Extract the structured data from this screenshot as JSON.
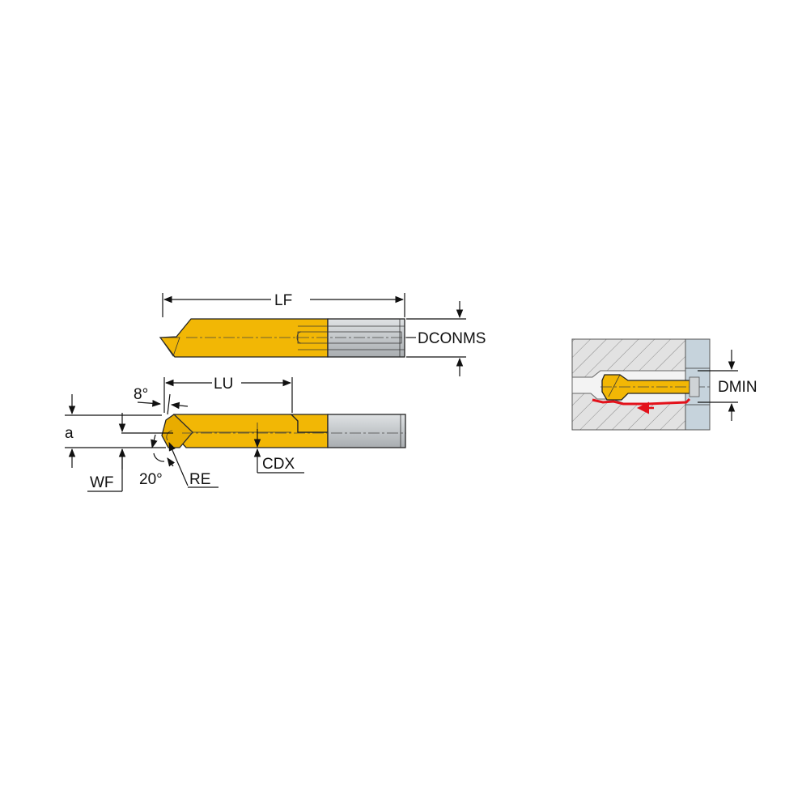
{
  "labels": {
    "lf": "LF",
    "dconms": "DCONMS",
    "lu": "LU",
    "angle_top": "8°",
    "a": "a",
    "wf": "WF",
    "angle_bottom": "20°",
    "re": "RE",
    "cdx": "CDX",
    "dmin": "DMIN"
  },
  "colors": {
    "carbide": "#F2B705",
    "carbide_dark": "#C99500",
    "shank": "#C9CDD0",
    "workpiece": "#E2E2E2",
    "chip_flow": "#E3121B",
    "holder": "#C6D3DC"
  }
}
